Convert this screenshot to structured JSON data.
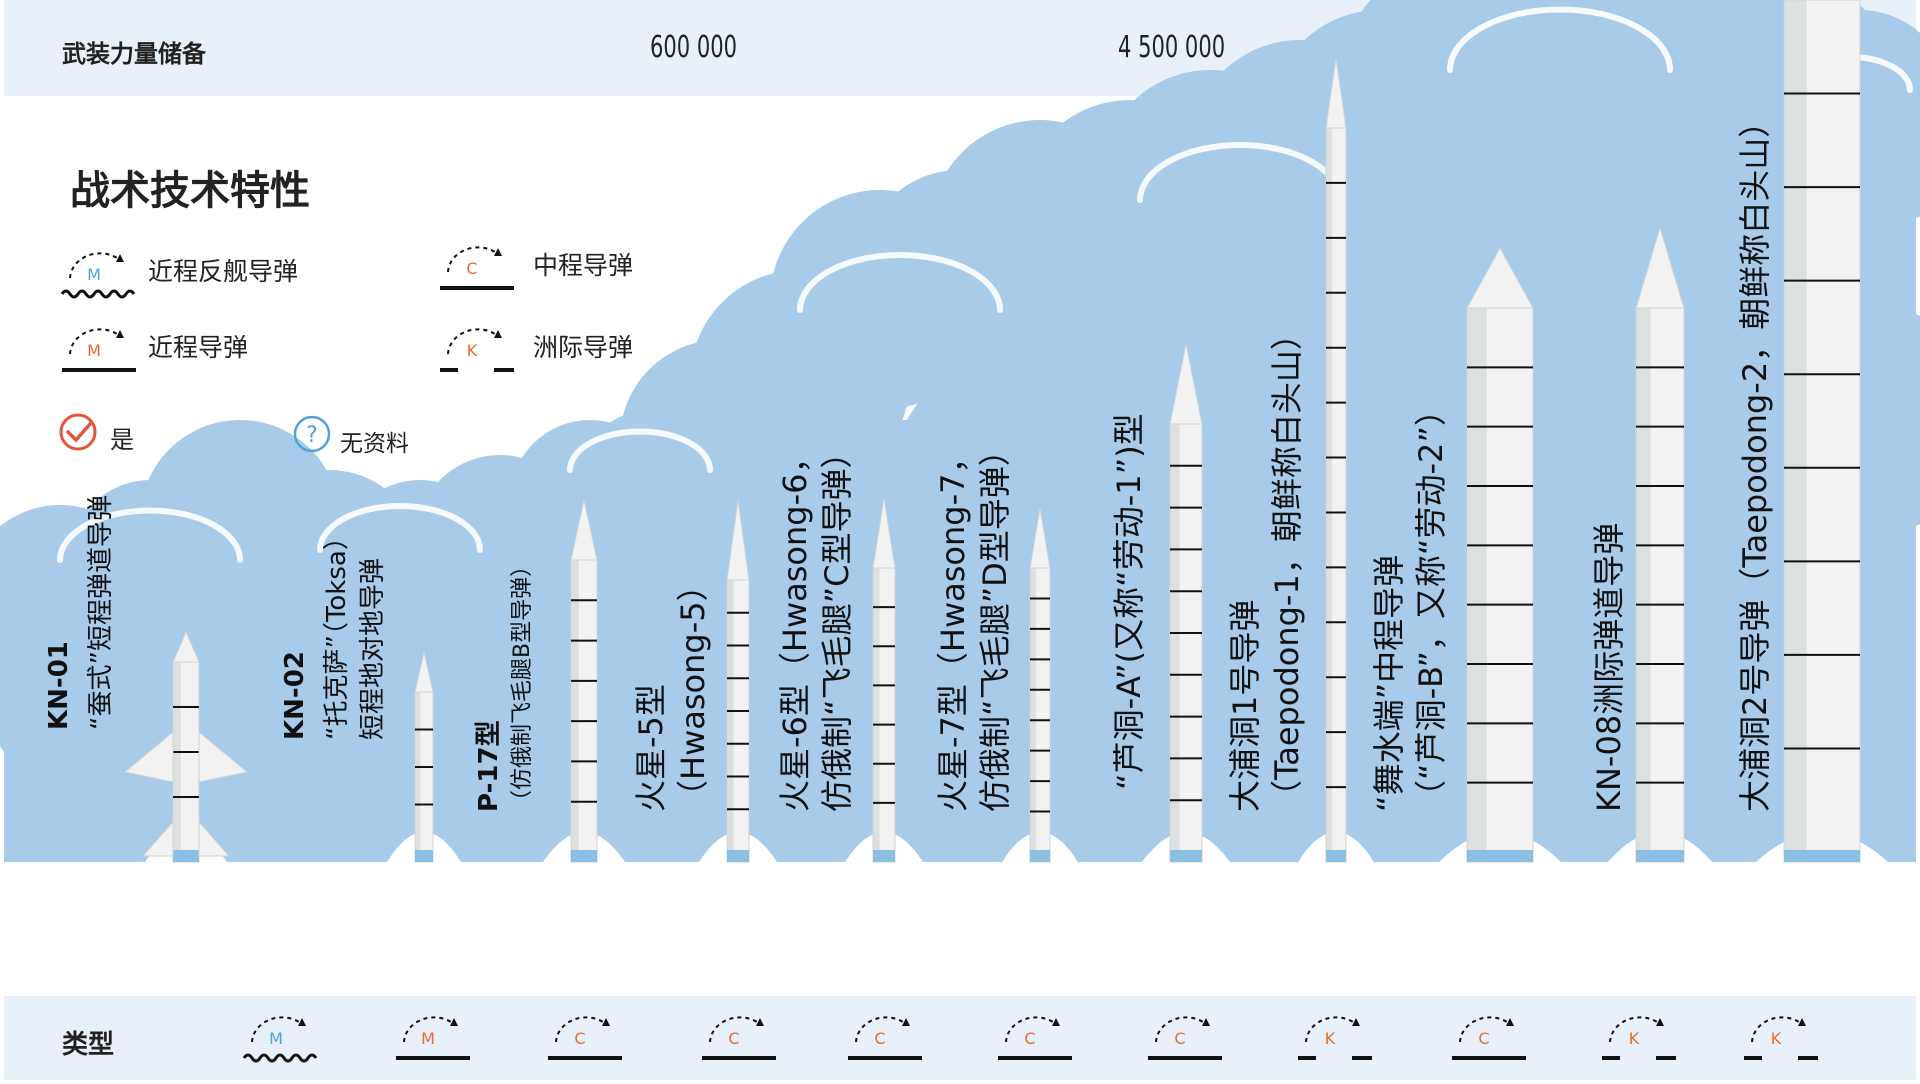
{
  "header": {
    "reserve_title": "武装力量储备",
    "reserve_values": [
      "600 000",
      "4 500 000"
    ]
  },
  "legend": {
    "title": "战术技术特性",
    "items": [
      {
        "code": "M",
        "label": "近程反舰导弹",
        "style": "wave"
      },
      {
        "code": "C",
        "label": "中程导弹",
        "style": "line"
      },
      {
        "code": "M",
        "label": "近程导弹",
        "style": "line"
      },
      {
        "code": "K",
        "label": "洲际导弹",
        "style": "dash"
      }
    ],
    "yes_label": "是",
    "no_data_label": "无资料"
  },
  "missiles": [
    {
      "lines": [
        "KN-01",
        "“蚕式”短程弹道导弹"
      ],
      "type": "M",
      "style": "wave"
    },
    {
      "lines": [
        "KN-02",
        "“托克萨”（Toksa）",
        "短程地对地导弹"
      ],
      "type": "M",
      "style": "line"
    },
    {
      "lines": [
        "P-17型",
        "（仿俄制飞毛腿B型导弹）"
      ],
      "type": "C",
      "style": "line"
    },
    {
      "lines": [
        "火星-5型",
        "（Hwasong-5）"
      ],
      "type": "C",
      "style": "line"
    },
    {
      "lines": [
        "火星-6型（Hwasong-6，",
        "仿俄制“飞毛腿”C型导弹）"
      ],
      "type": "C",
      "style": "line"
    },
    {
      "lines": [
        "火星-7型（Hwasong-7，",
        "仿俄制“飞毛腿”D型导弹）"
      ],
      "type": "C",
      "style": "line"
    },
    {
      "lines": [
        "“芦洞-A”(又称“劳动-1”)型"
      ],
      "type": "C",
      "style": "line"
    },
    {
      "lines": [
        "大浦洞1号导弹",
        "（Taepodong-1，朝鲜称白头山）"
      ],
      "type": "K",
      "style": "dash"
    },
    {
      "lines": [
        "“舞水端”中程导弹",
        "（“芦洞-B”，又称“劳动-2”）"
      ],
      "type": "C",
      "style": "line"
    },
    {
      "lines": [
        "KN-08洲际弹道导弹"
      ],
      "type": "K",
      "style": "dash"
    },
    {
      "lines": [
        "大浦洞2号导弹（Taepodong-2，朝鲜称白头山）"
      ],
      "type": "K",
      "style": "dash"
    }
  ],
  "type_row_title": "类型",
  "colors": {
    "sky": "#a7cbe9",
    "sky_light": "#c7def2",
    "band": "#e8f1fa",
    "accent_blue": "#4da3db",
    "accent_orange": "#ee6a2b",
    "check_red": "#e5533d",
    "rocket_body": "#f2f2f2",
    "rocket_shade": "#cfd3d6",
    "base_blue": "#8cc0e3"
  }
}
